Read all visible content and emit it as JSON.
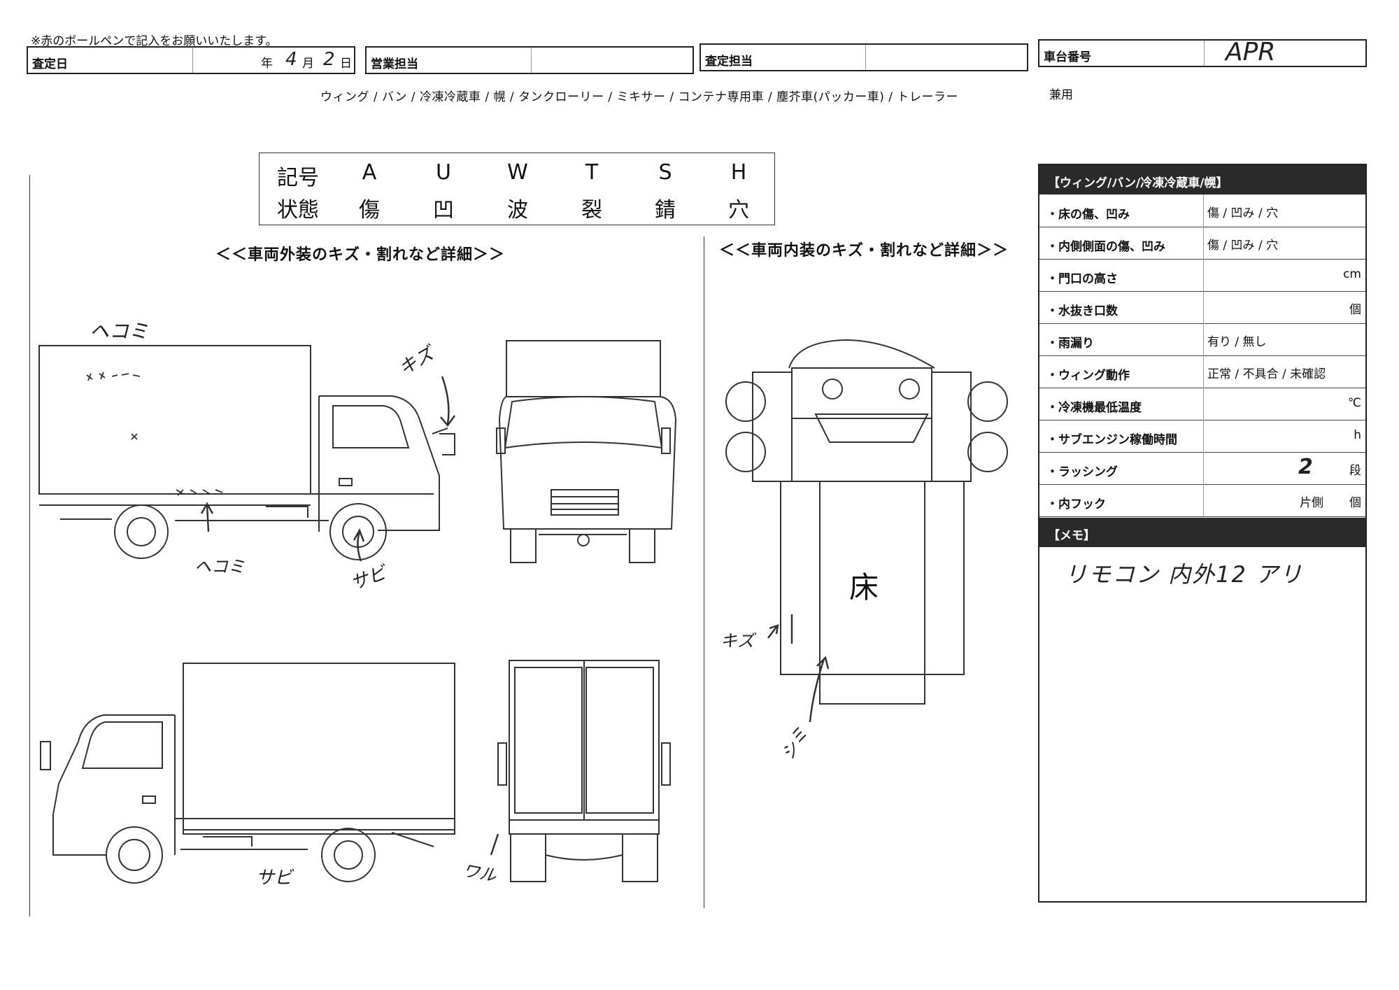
{
  "header": {
    "note": "※赤のボールペンで記入をお願いいたします。",
    "satei_bi": {
      "label": "査定日",
      "year_mark": "年",
      "month_value": "4",
      "month_mark": "月",
      "day_value": "2",
      "day_mark": "日"
    },
    "eigyo": {
      "label": "営業担当"
    },
    "satei_tanto": {
      "label": "査定担当"
    },
    "shadai": {
      "label": "車台番号",
      "value": "APR"
    }
  },
  "vehicle_types": {
    "list": "ウィング / バン / 冷凍冷蔵車 / 幌 / タンクローリー / ミキサー / コンテナ専用車 / 塵芥車(パッカー車) / トレーラー",
    "kenyo": "兼用"
  },
  "legend": {
    "row1": [
      "記号",
      "A",
      "U",
      "W",
      "T",
      "S",
      "H"
    ],
    "row2": [
      "状態",
      "傷",
      "凹",
      "波",
      "裂",
      "錆",
      "穴"
    ]
  },
  "exterior": {
    "title": "＜＜車両外装のキズ・割れなど詳細＞＞",
    "annotations": {
      "hekomi_top": "ヘコミ",
      "kizu_cab": "キズ",
      "hekomi_bottom": "ヘコミ",
      "sabi_wheel": "サビ",
      "sabi_lower": "サビ",
      "waru_rear": "ワル"
    }
  },
  "interior": {
    "title": "＜＜車両内装のキズ・割れなど詳細＞＞",
    "floor_label": "床",
    "annotations": {
      "kizu": "キズ",
      "shimi": "シミ"
    }
  },
  "right_panel": {
    "title": "【ウィング/バン/冷凍冷蔵車/幌】",
    "rows": [
      {
        "label": "・床の傷、凹み",
        "value": "傷 / 凹み / 穴"
      },
      {
        "label": "・内側側面の傷、凹み",
        "value": "傷 / 凹み / 穴"
      },
      {
        "label": "・門口の高さ",
        "unit": "cm"
      },
      {
        "label": "・水抜き口数",
        "unit": "個"
      },
      {
        "label": "・雨漏り",
        "value": "有り / 無し"
      },
      {
        "label": "・ウィング動作",
        "value": "正常 / 不具合 / 未確認"
      },
      {
        "label": "・冷凍機最低温度",
        "unit": "℃"
      },
      {
        "label": "・サブエンジン稼働時間",
        "unit": "h"
      },
      {
        "label": "・ラッシング",
        "hand_value": "2",
        "unit": "段"
      },
      {
        "label": "・内フック",
        "mid": "片側",
        "unit": "個"
      }
    ],
    "memo_title": "【メモ】",
    "memo_text": "リモコン 内外12 アリ"
  }
}
